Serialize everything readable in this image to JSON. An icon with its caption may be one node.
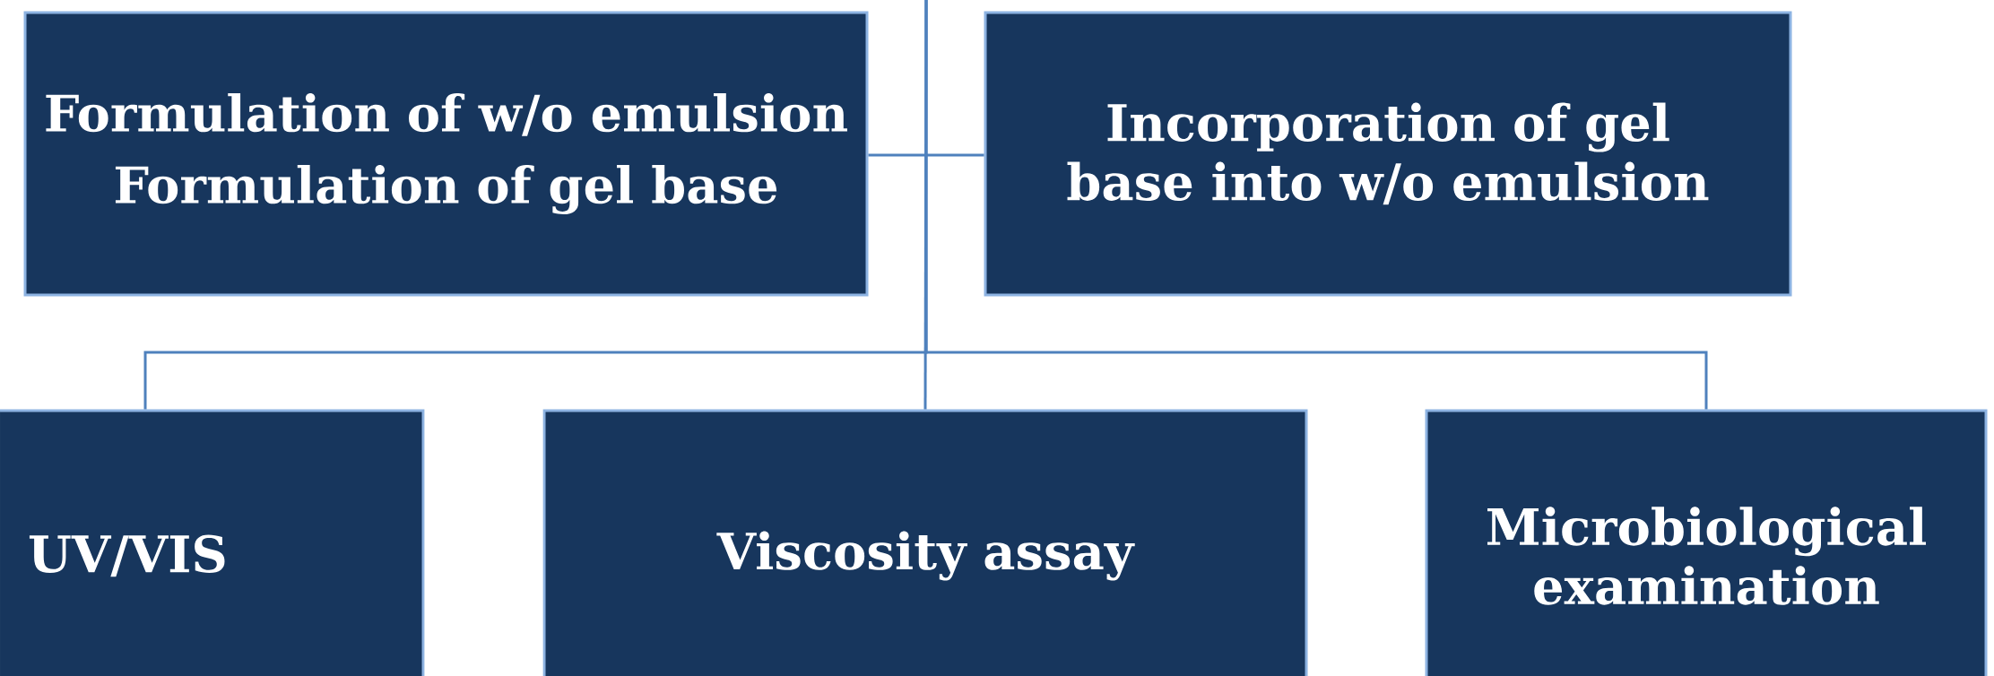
{
  "diagram": {
    "nodes": [
      {
        "text": [
          "Formulation of w/o emulsion",
          "Formulation of gel base"
        ]
      },
      {
        "text": [
          "Incorporation of  gel base into w/o emulsion"
        ]
      },
      {
        "text": [
          "UV/VIS"
        ]
      },
      {
        "text": [
          "Viscosity assay"
        ]
      },
      {
        "text": [
          "Microbiological examination"
        ]
      }
    ],
    "edges": [
      {
        "from": 0,
        "to": 1,
        "arrow": "none"
      },
      {
        "from": null,
        "to": 2,
        "arrow": "none"
      },
      {
        "from": null,
        "to": 3,
        "arrow": "none"
      },
      {
        "from": null,
        "to": 4,
        "arrow": "none"
      }
    ]
  }
}
